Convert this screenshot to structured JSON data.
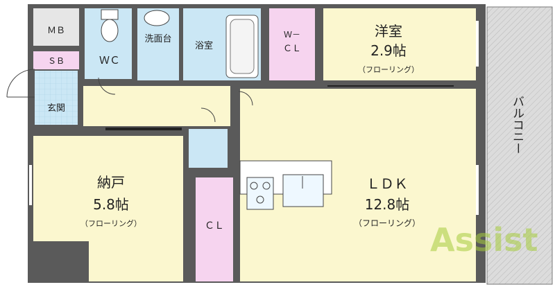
{
  "rooms": {
    "mb": "ＭＢ",
    "wc": "ＷＣ",
    "washroom": "洗面台",
    "bathroom": "浴室",
    "wcl": {
      "line1": "Ｗ－",
      "line2": "ＣＬ"
    },
    "western_room": {
      "name": "洋室",
      "size": "2.9帖",
      "floor": "（フローリング）"
    },
    "sb": "ＳＢ",
    "entrance": "玄関",
    "storage_room": {
      "name": "納戸",
      "size": "5.8帖",
      "floor": "（フローリング）"
    },
    "cl": "ＣＬ",
    "ldk": {
      "name": "ＬＤＫ",
      "size": "12.8帖",
      "floor": "（フローリング）"
    },
    "balcony": "バルコニー"
  },
  "watermark": "Assist",
  "colors": {
    "wall": "#5a5a5a",
    "room_yellow": "#fbf7cf",
    "wet_blue": "#cbe7f5",
    "closet_pink": "#f6d4ef",
    "mb_gray": "#e6e6e6",
    "balcony_gray": "#d8d8d8",
    "watermark_green": "#a6cc3c"
  }
}
